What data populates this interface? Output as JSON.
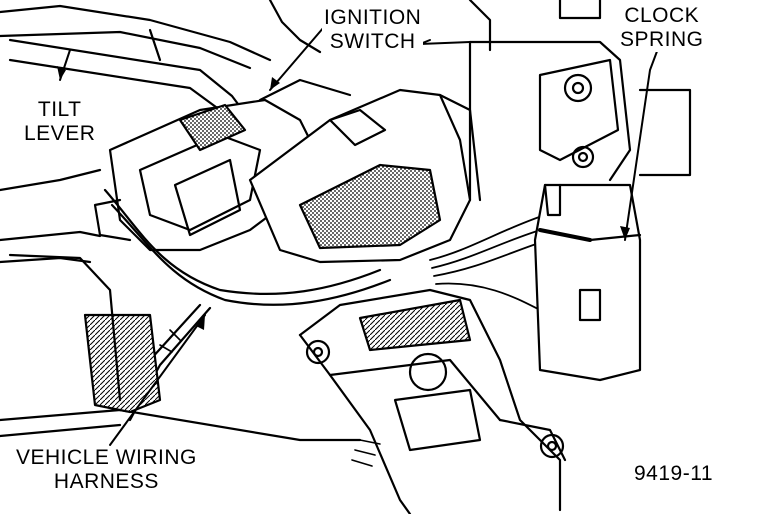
{
  "callouts": {
    "ignition_switch": {
      "line1": "IGNITION",
      "line2": "SWITCH"
    },
    "clock_spring": {
      "line1": "CLOCK",
      "line2": "SPRING"
    },
    "tilt_lever": {
      "line1": "TILT",
      "line2": "LEVER"
    },
    "vehicle_wiring_harness": {
      "line1": "VEHICLE WIRING",
      "line2": "HARNESS"
    }
  },
  "figure_id": "9419-11",
  "colors": {
    "ink": "#000000",
    "paper": "#ffffff",
    "shade": "#9a9a9a"
  }
}
